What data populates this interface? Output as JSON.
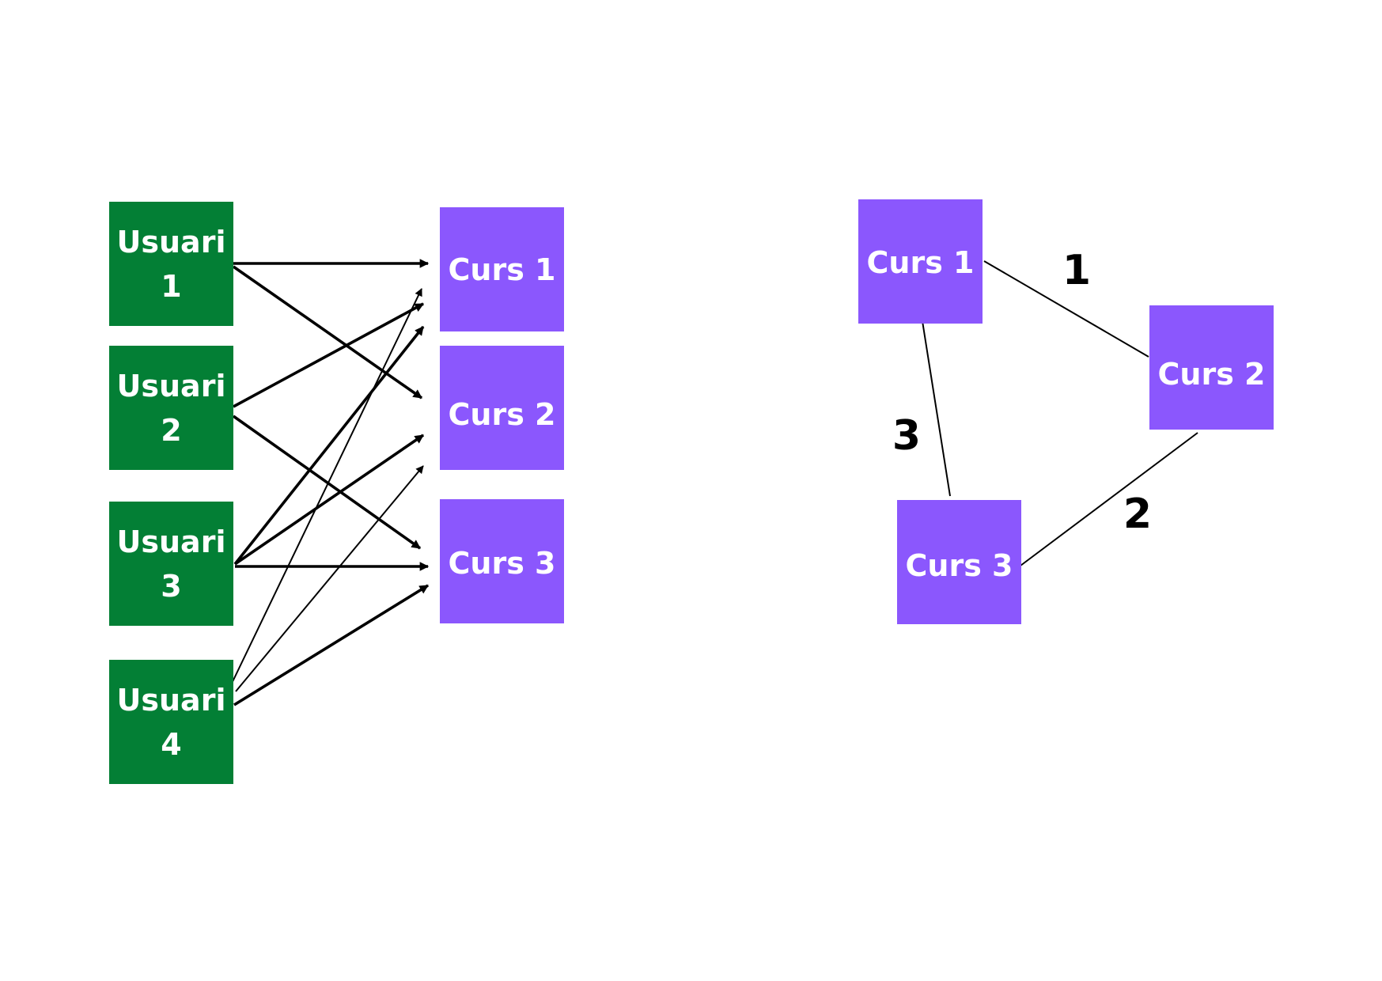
{
  "colors": {
    "user_node": "#037f35",
    "course_node": "#8b57fd",
    "node_text": "#ffffff",
    "edge": "#000000"
  },
  "bipartite": {
    "users": [
      {
        "line1": "Usuari",
        "line2": "1"
      },
      {
        "line1": "Usuari",
        "line2": "2"
      },
      {
        "line1": "Usuari",
        "line2": "3"
      },
      {
        "line1": "Usuari",
        "line2": "4"
      }
    ],
    "courses": [
      {
        "label": "Curs 1"
      },
      {
        "label": "Curs 2"
      },
      {
        "label": "Curs 3"
      }
    ],
    "edges": [
      {
        "from": "Usuari 1",
        "to": "Curs 1"
      },
      {
        "from": "Usuari 1",
        "to": "Curs 2"
      },
      {
        "from": "Usuari 2",
        "to": "Curs 1"
      },
      {
        "from": "Usuari 2",
        "to": "Curs 3"
      },
      {
        "from": "Usuari 3",
        "to": "Curs 1"
      },
      {
        "from": "Usuari 3",
        "to": "Curs 2"
      },
      {
        "from": "Usuari 3",
        "to": "Curs 3"
      },
      {
        "from": "Usuari 4",
        "to": "Curs 1"
      },
      {
        "from": "Usuari 4",
        "to": "Curs 2"
      },
      {
        "from": "Usuari 4",
        "to": "Curs 3"
      }
    ]
  },
  "projection": {
    "courses": [
      {
        "label": "Curs 1"
      },
      {
        "label": "Curs 2"
      },
      {
        "label": "Curs 3"
      }
    ],
    "edges": [
      {
        "a": "Curs 1",
        "b": "Curs 2",
        "weight": "1"
      },
      {
        "a": "Curs 2",
        "b": "Curs 3",
        "weight": "2"
      },
      {
        "a": "Curs 1",
        "b": "Curs 3",
        "weight": "3"
      }
    ]
  }
}
